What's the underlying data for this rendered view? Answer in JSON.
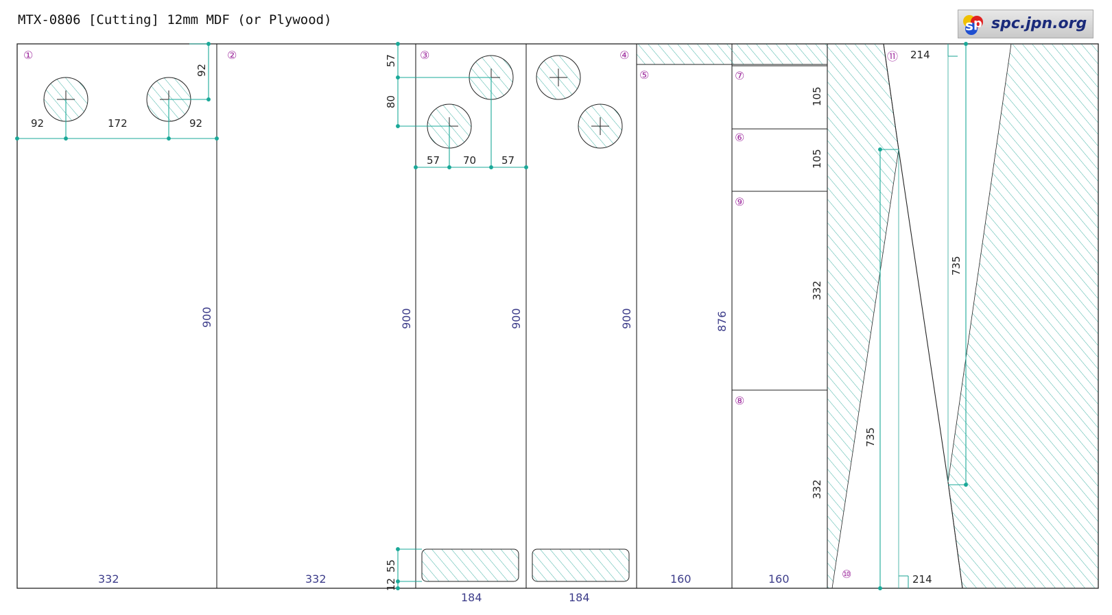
{
  "title": "MTX-0806 [Cutting] 12mm MDF (or Plywood)",
  "logo": {
    "text": "spc.jpn.org",
    "icon": "sp-logo-icon"
  },
  "colors": {
    "outline": "#222222",
    "hatch": "#2aa89a",
    "dimension": "#1aa898",
    "panel_dim": "#3d3d8a",
    "piece_id": "#a030a0"
  },
  "pieces": {
    "p1": "①",
    "p2": "②",
    "p3": "③",
    "p4": "④",
    "p5": "⑤",
    "p6": "⑥",
    "p7": "⑦",
    "p8": "⑧",
    "p9": "⑨",
    "p10": "⑩",
    "p11": "⑪"
  },
  "panel_dims": {
    "p1_w": "332",
    "p1_h": "900",
    "p2_w": "332",
    "p2_h": "900",
    "p3_w": "184",
    "p3_h": "900",
    "p4_w": "184",
    "p4_h": "900",
    "p5_w": "160",
    "p5_h": "876",
    "p6_h": "105",
    "p7_h": "105",
    "p9_h": "332",
    "p8_h": "332",
    "col_w": "160"
  },
  "hole_dims": {
    "p1_top": "92",
    "p1_left": "92",
    "p1_mid": "172",
    "p1_right": "92",
    "p3_top": "57",
    "p3_step": "80",
    "p3_left": "57",
    "p3_mid": "70",
    "p3_right": "57",
    "slot_h": "55",
    "slot_gap": "12"
  },
  "taper_dims": {
    "p11_top": "214",
    "p11_len": "735",
    "p10_len": "735",
    "p10_bot": "214"
  }
}
